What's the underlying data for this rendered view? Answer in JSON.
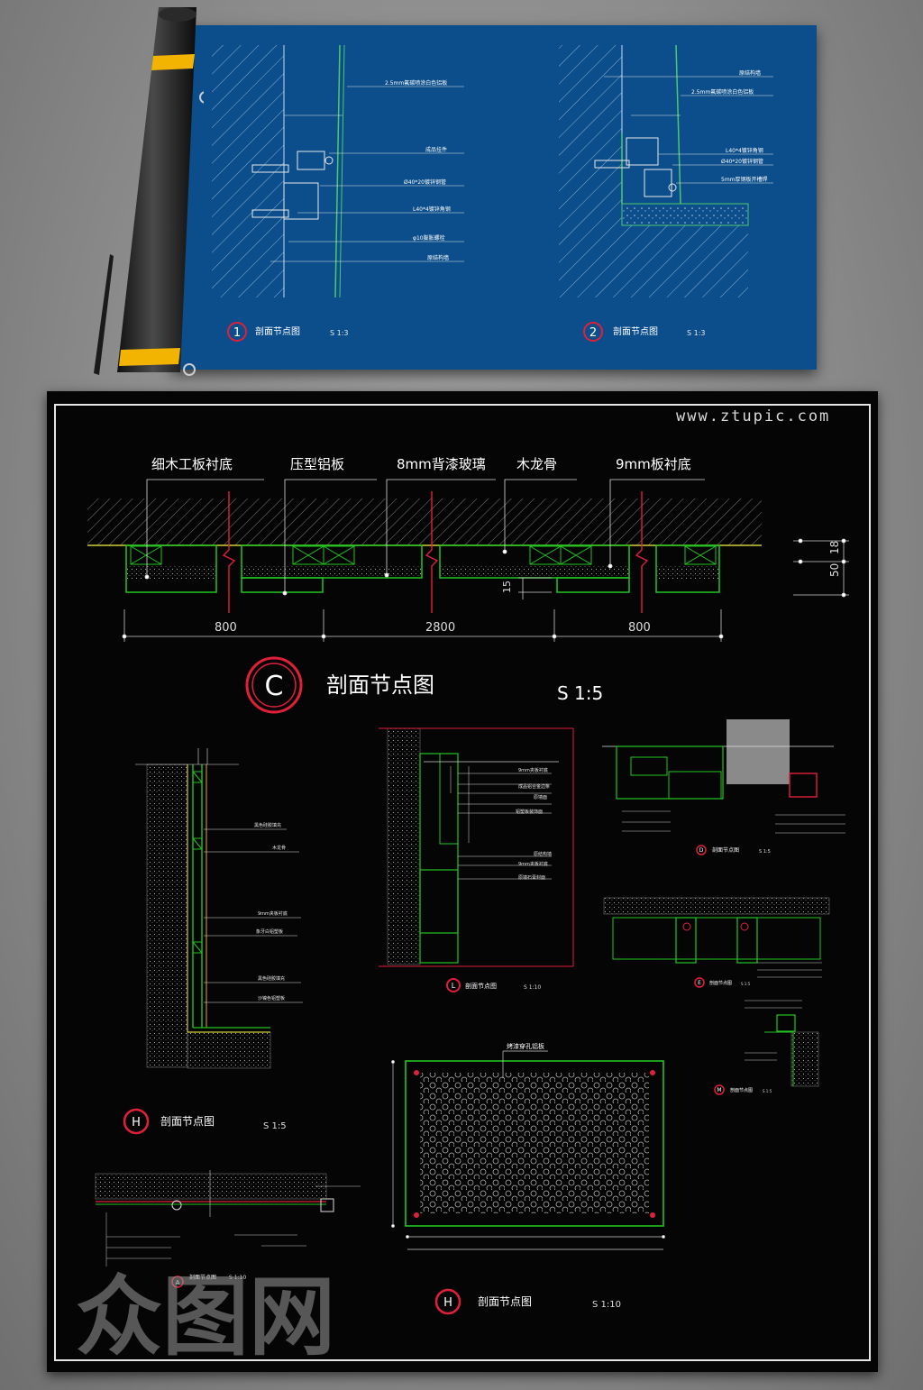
{
  "watermark": {
    "site": "www.ztupic.com",
    "logo": "众图网"
  },
  "blueprint": {
    "detail1": {
      "marker": "1",
      "title": "剖面节点图",
      "scale": "S 1:3",
      "labels": [
        "2.5mm氟碳喷涂白色铝板",
        "成品挂件",
        "Ø40*20镀锌钢管",
        "L40*4镀锌角钢",
        "φ10膨胀螺栓",
        "原结构墙"
      ]
    },
    "detail2": {
      "marker": "2",
      "title": "剖面节点图",
      "scale": "S 1:3",
      "labels": [
        "原结构墙",
        "2.5mm氟碳喷涂白色铝板",
        "L40*4镀锌角钢",
        "Ø40*20镀锌钢管",
        "5mm厚钢板开槽焊"
      ]
    }
  },
  "detailC": {
    "top_labels": [
      "细木工板衬底",
      "压型铝板",
      "8mm背漆玻璃",
      "木龙骨",
      "9mm板衬底"
    ],
    "dims_bottom": [
      "800",
      "2800",
      "800"
    ],
    "dim_small": "15",
    "dims_right": [
      "50",
      "18"
    ],
    "marker": "C",
    "title": "剖面节点图",
    "scale": "S 1:5"
  },
  "detailH1": {
    "labels": [
      "黑色硅胶填充",
      "木龙骨",
      "9mm夹板衬底",
      "象牙白铝塑板",
      "黑色硅胶填充",
      "沙镍色铝塑板"
    ],
    "marker": "H",
    "title": "剖面节点图",
    "scale": "S 1:5"
  },
  "detailL": {
    "labels": [
      "9mm夹板衬底",
      "成品铝合金边条",
      "原墙面",
      "铝塑板装饰面",
      "原结构墙",
      "9mm夹板衬底",
      "原墙石膏封面"
    ],
    "marker": "L",
    "title": "剖面节点图",
    "scale": "S 1:10"
  },
  "detailD": {
    "marker": "D",
    "title": "剖面节点图",
    "scale": "S 1:5"
  },
  "detailE": {
    "marker": "E",
    "title": "剖面节点图",
    "scale": "S 1:5"
  },
  "detailM": {
    "marker": "M",
    "title": "剖面节点图",
    "scale": "S 1:5"
  },
  "detailA": {
    "marker": "A",
    "title": "剖面节点图",
    "scale": "S 1:10"
  },
  "detailH2": {
    "panel_label": "烤漆穿孔铝板",
    "marker": "H",
    "title": "剖面节点图",
    "scale": "S 1:10"
  },
  "colors": {
    "blueprint": "#0b4e8b",
    "cad_bg": "#050505",
    "cad_green": "#22c422",
    "marker_red": "#e0203a"
  }
}
